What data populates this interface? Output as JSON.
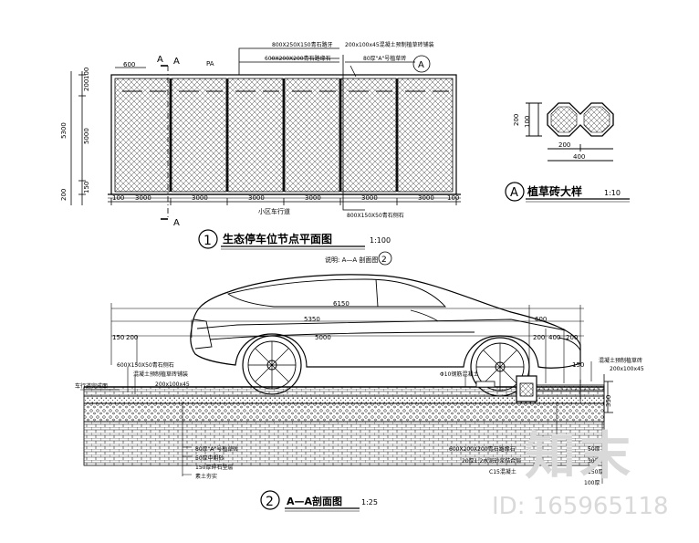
{
  "plan": {
    "dims_top": [
      "600",
      "A",
      "PA"
    ],
    "dims_bottom": [
      "100",
      "3000",
      "3000",
      "3000",
      "3000",
      "3000",
      "3000",
      "100"
    ],
    "dims_left": [
      "200",
      "100",
      "5000",
      "5300",
      "150",
      "200"
    ],
    "road_label": "小区车行道",
    "section_marks": [
      "A",
      "A"
    ],
    "callouts": [
      "800X250X150青石路牙",
      "600X200X200青石路缘石",
      "200x100x45混凝土预制植草砖铺装",
      "80厚\"A\"号植草砖",
      "800X150X50青石侧石"
    ],
    "title": "生态停车位节点平面图",
    "scale": "1:100",
    "number": "1"
  },
  "brick": {
    "dims": [
      "200",
      "100",
      "200",
      "400"
    ],
    "title": "植草砖大样",
    "scale": "1:10",
    "marker": "A"
  },
  "section": {
    "note": "说明: A—A 剖面图",
    "marker": "2",
    "dims_top": [
      "6150",
      "5350",
      "5000",
      "600",
      "150",
      "200",
      "200",
      "400",
      "200",
      "150"
    ],
    "left_labels": [
      "600X150X50青石侧石",
      "混凝土预制植草砖铺装",
      "200x100x45"
    ],
    "right_top_labels": [
      "混凝土预制植草砖",
      "200x100x45"
    ],
    "mid_label": "Φ10钢筋混凝土",
    "road_label": "车行道完成面",
    "bottom_left_labels": [
      "80厚\"A\"号植草砖",
      "50厚中粗砂",
      "150厚碎石垫层",
      "素土夯实"
    ],
    "bottom_mid_labels": [
      "600X200X200青石路缘石",
      "20厚1:2水泥砂浆结合层",
      "C15混凝土"
    ],
    "bottom_right_labels": [
      "50厚",
      "30厚",
      "150厚",
      "100厚"
    ],
    "dim_350": "350",
    "title": "A—A剖面图",
    "scale": "1:25",
    "number": "2"
  },
  "watermark": {
    "logo": "知末",
    "id": "ID: 165965118"
  }
}
